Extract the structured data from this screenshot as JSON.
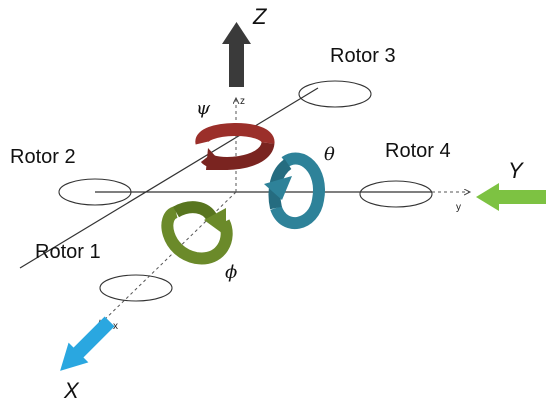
{
  "rotors": {
    "rotor1": "Rotor 1",
    "rotor2": "Rotor 2",
    "rotor3": "Rotor 3",
    "rotor4": "Rotor 4"
  },
  "axes": {
    "Z": "Z",
    "Y": "Y",
    "X": "X",
    "z": "z",
    "y": "y",
    "x": "x"
  },
  "angles": {
    "psi": "ψ",
    "theta": "θ",
    "phi": "ϕ"
  },
  "colors": {
    "z_arrow": "#3a3a3a",
    "y_arrow": "#7dc242",
    "x_arrow": "#2aa7e0",
    "psi_arrow": "#9b2f2a",
    "theta_arrow": "#2e8299",
    "phi_arrow": "#6b8a2a"
  }
}
